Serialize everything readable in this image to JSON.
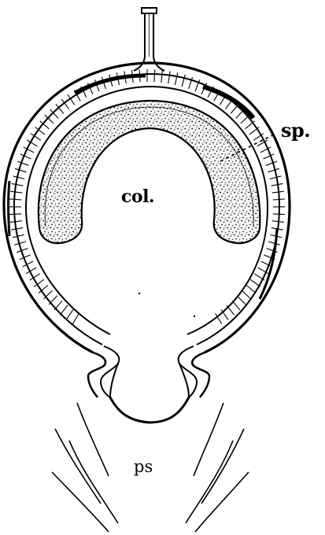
{
  "labels": {
    "col": "col.",
    "sp": "sp.",
    "ps": "ps"
  },
  "colors": {
    "ink": "#000000",
    "paper": "#ffffff"
  }
}
